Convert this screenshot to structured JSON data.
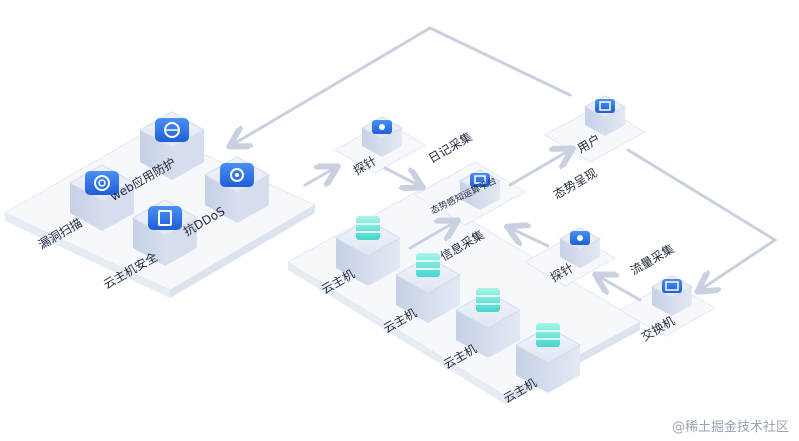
{
  "labels": {
    "web_protect": "web应用防护",
    "anti_ddos": "抗DDoS",
    "vuln_scan": "漏洞扫描",
    "host_sec": "云主机安全",
    "probe_top": "探针",
    "log_collect": "日记采集",
    "platform": "态势感知运算平台",
    "situation": "态势呈现",
    "user": "用户",
    "info_collect": "信息采集",
    "probe_mid": "探针",
    "flow_collect": "流量采集",
    "switch": "交换机",
    "host1": "云主机",
    "host2": "云主机",
    "host3": "云主机",
    "host4": "云主机"
  },
  "watermark": "@稀土掘金技术社区",
  "colors": {
    "platform_top": "#f7f9fc",
    "platform_side": "#e6ebf3",
    "arrow": "#c9d0e0",
    "icon_blue": "#2f7bf0",
    "icon_dark": "#1a4fc8",
    "cyan": "#5fe3d8"
  }
}
